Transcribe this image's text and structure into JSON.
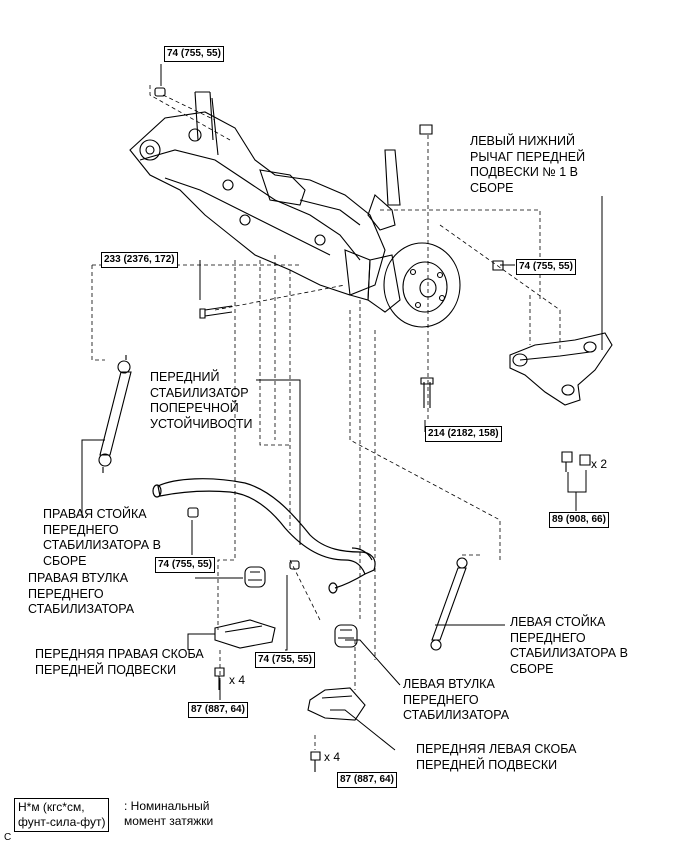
{
  "labels": {
    "lower_arm": "ЛЕВЫЙ НИЖНИЙ\nРЫЧАГ ПЕРЕДНЕЙ\nПОДВЕСКИ № 1 В\nСБОРЕ",
    "stabilizer_bar": "ПЕРЕДНИЙ\nСТАБИЛИЗАТОР\nПОПЕРЕЧНОЙ\nУСТОЙЧИВОСТИ",
    "right_link": "ПРАВАЯ СТОЙКА\nПЕРЕДНЕГО\nСТАБИЛИЗАТОРА В\nСБОРЕ",
    "right_bushing": "ПРАВАЯ ВТУЛКА\nПЕРЕДНЕГО\nСТАБИЛИЗАТОРА",
    "right_bracket": "ПЕРЕДНЯЯ ПРАВАЯ СКОБА\nПЕРЕДНЕЙ ПОДВЕСКИ",
    "left_link": "ЛЕВАЯ СТОЙКА\nПЕРЕДНЕГО\nСТАБИЛИЗАТОРА В\nСБОРЕ",
    "left_bushing": "ЛЕВАЯ ВТУЛКА\nПЕРЕДНЕГО\nСТАБИЛИЗАТОРА",
    "left_bracket": "ПЕРЕДНЯЯ ЛЕВАЯ СКОБА\nПЕРЕДНЕЙ ПОДВЕСКИ"
  },
  "torques": {
    "top_nut": "74 (755, 55)",
    "arm_nut": "74 (755, 55)",
    "bolt_233": "233 (2376, 172)",
    "bolt_214": "214 (2182, 158)",
    "arm_bolts": "89 (908, 66)",
    "right_link_nut": "74 (755, 55)",
    "left_link_nut": "74 (755, 55)",
    "right_bracket_bolts": "87 (887, 64)",
    "left_bracket_bolts": "87 (887, 64)"
  },
  "multipliers": {
    "arm_bolts": "x 2",
    "right_bracket_bolts": "x 4",
    "left_bracket_bolts": "x 4"
  },
  "legend": {
    "units": "Н*м (кгс*см,\nфунт-сила-фут)",
    "meaning": ": Номинальный\nмомент затяжки"
  },
  "corner_mark": "C"
}
